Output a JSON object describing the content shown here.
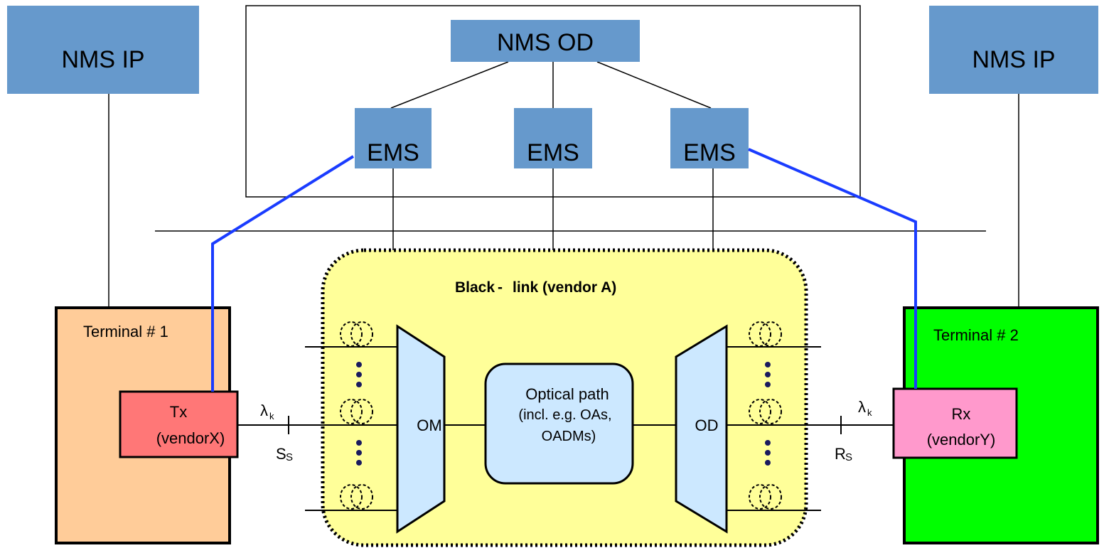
{
  "nms_ip_left": "NMS IP",
  "nms_ip_right": "NMS IP",
  "nms_od": "NMS OD",
  "ems": [
    "EMS",
    "EMS",
    "EMS"
  ],
  "black_link": {
    "word1": "Black",
    "dash": "-",
    "rest": "link (vendor A)"
  },
  "terminal1": "Terminal # 1",
  "terminal2": "Terminal # 2",
  "tx": {
    "line1": "Tx",
    "line2": "(vendorX)"
  },
  "rx": {
    "line1": "Rx",
    "line2": "(vendorY)"
  },
  "om": "OM",
  "od": "OD",
  "optical_path": {
    "line1": "Optical path",
    "line2": "(incl. e.g. OAs,",
    "line3": "OADMs)"
  },
  "lambda_left": {
    "sym": "λ",
    "sub": "k"
  },
  "lambda_right": {
    "sym": "λ",
    "sub": "k"
  },
  "ss": {
    "main": "S",
    "sub": "S"
  },
  "rs": {
    "main": "R",
    "sub": "S"
  },
  "colors": {
    "nms_box": "#6699cc",
    "management_line": "#1a3cff",
    "black_link_fill": "#ffff99",
    "terminal1_fill": "#ffcc99",
    "terminal2_fill": "#00ff00",
    "tx_fill": "#ff7777",
    "rx_fill": "#ff99cc",
    "optics_fill": "#cce8ff"
  }
}
